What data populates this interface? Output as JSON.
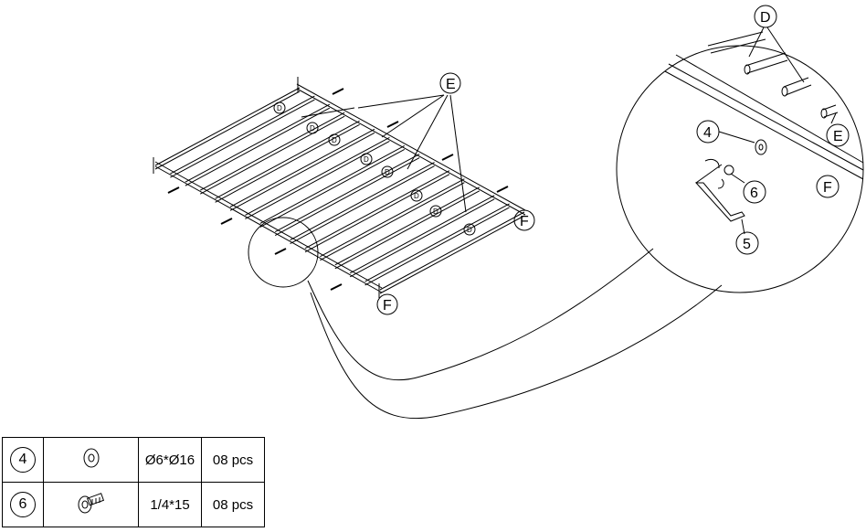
{
  "callouts": {
    "E_top": "E",
    "F_right": "F",
    "F_bottom": "F",
    "D_small": "D",
    "D_detail": "D",
    "E_detail": "E",
    "F_detail": "F",
    "n4": "4",
    "n5": "5",
    "n6": "6"
  },
  "parts": [
    {
      "number": "4",
      "icon": "washer-icon",
      "size": "Ø6*Ø16",
      "quantity": "08 pcs"
    },
    {
      "number": "6",
      "icon": "bolt-icon",
      "size": "1/4*15",
      "quantity": "08 pcs"
    }
  ]
}
